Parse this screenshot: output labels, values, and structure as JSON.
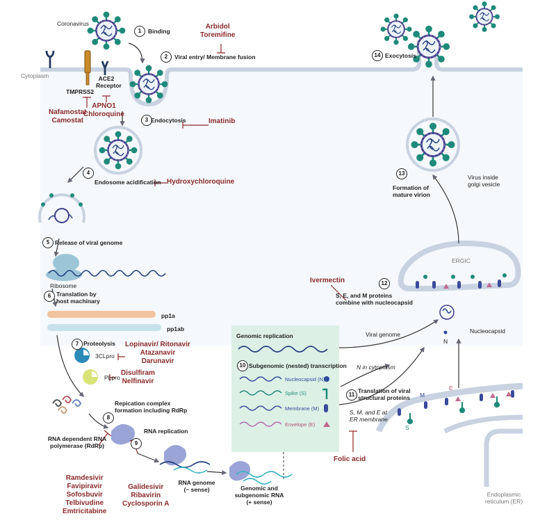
{
  "labels": {
    "coronavirus": "Coronavirus",
    "cytoplasm": "Cytoplasm",
    "tmprss2": "TMPRSS2",
    "ace2": "ACE2\nReceptor",
    "ribosome": "Ribosome",
    "pp1a": "pp1a",
    "pp1ab": "pp1ab",
    "clpro": "3CLpro",
    "plpro": "PLpro",
    "ergic": "ERGIC",
    "nucleocapsid": "Nucleocapsid",
    "n_letter": "N",
    "viral_genome": "Viral genome",
    "n_in_cytoplasm": "N in cytoplasm",
    "sme_at_er": "S, M, and E at\nER membrane",
    "virus_golgi": "Virus inside\ngolgi vesicle",
    "er": "Endoplasmic\nreticulum (ER)",
    "rdrp": "RNA dependent RNA\npolymerase (RdRp)",
    "rna_genome": "RNA genome\n(− sense)",
    "genomic_subgenomic": "Genomic and\nsubgenomic RNA\n(+ sense)",
    "s_letter": "S",
    "m_letter": "M",
    "e_letter": "E"
  },
  "steps": [
    {
      "num": "1",
      "text": "Binding"
    },
    {
      "num": "2",
      "text": "Viral entry/ Membrane fusion"
    },
    {
      "num": "3",
      "text": "Endocytosis"
    },
    {
      "num": "4",
      "text": "Endosome acidification"
    },
    {
      "num": "5",
      "text": "Release of viral genome"
    },
    {
      "num": "6",
      "text": "Translation by\nhost machinary"
    },
    {
      "num": "7",
      "text": "Proteolysis"
    },
    {
      "num": "8",
      "text": "Repication complex\nformation including RdRp"
    },
    {
      "num": "9",
      "text": "RNA replication"
    },
    {
      "num": "10",
      "text": "Subgenomic (nested) transcription"
    },
    {
      "num": "11",
      "text": "Translation of viral\nstructural proteins"
    },
    {
      "num": "12",
      "text": "S, E, and M proteins\ncombine with nucleocapsid"
    },
    {
      "num": "13",
      "text": "Formation of\nmature virion"
    },
    {
      "num": "14",
      "text": "Exocytosis"
    }
  ],
  "drugs": {
    "arbidol": "Arbidol\nToremifine",
    "nafamostat": "Nafamostat\nCamostat",
    "apno1": "APNO1\nChloroquine",
    "imatinib": "Imatinib",
    "hcq": "Hydroxychloroquine",
    "lopinavir": "Lopinavir/ Ritonavir\nAtazanavir\nDarunavir",
    "disulfiram": "Disulfiram\nNelfinavir",
    "ramdesivir": "Ramdesivir\nFavipiravir\nSofosbuvir\nTelbivudine\nEmtricitabine",
    "galidesivir": "Galidesivir\nRibavirin\nCyclosporin A",
    "ivermectin": "Ivermectin",
    "folic": "Folic acid"
  },
  "box": {
    "title": "Genomic replication",
    "items": [
      {
        "label": "Nucleocapsid (N)",
        "color": "#2b4a9a",
        "icon": "nucleocapsid-dot"
      },
      {
        "label": "Spike (S)",
        "color": "#1f8a7a",
        "icon": "spike-protein"
      },
      {
        "label": "Membrane (M)",
        "color": "#3a4a9a",
        "icon": "membrane-protein"
      },
      {
        "label": "Envelope (E)",
        "color": "#b0507a",
        "icon": "envelope-triangle"
      }
    ]
  },
  "colors": {
    "drug": "#8b2a2a",
    "membrane": "#c8d2e0",
    "cytoplasm_bg": "#f5f8fc",
    "spike": "#1f8a7a",
    "capsule": "#2d5aa0",
    "box_bg": "#ddf0e6"
  }
}
